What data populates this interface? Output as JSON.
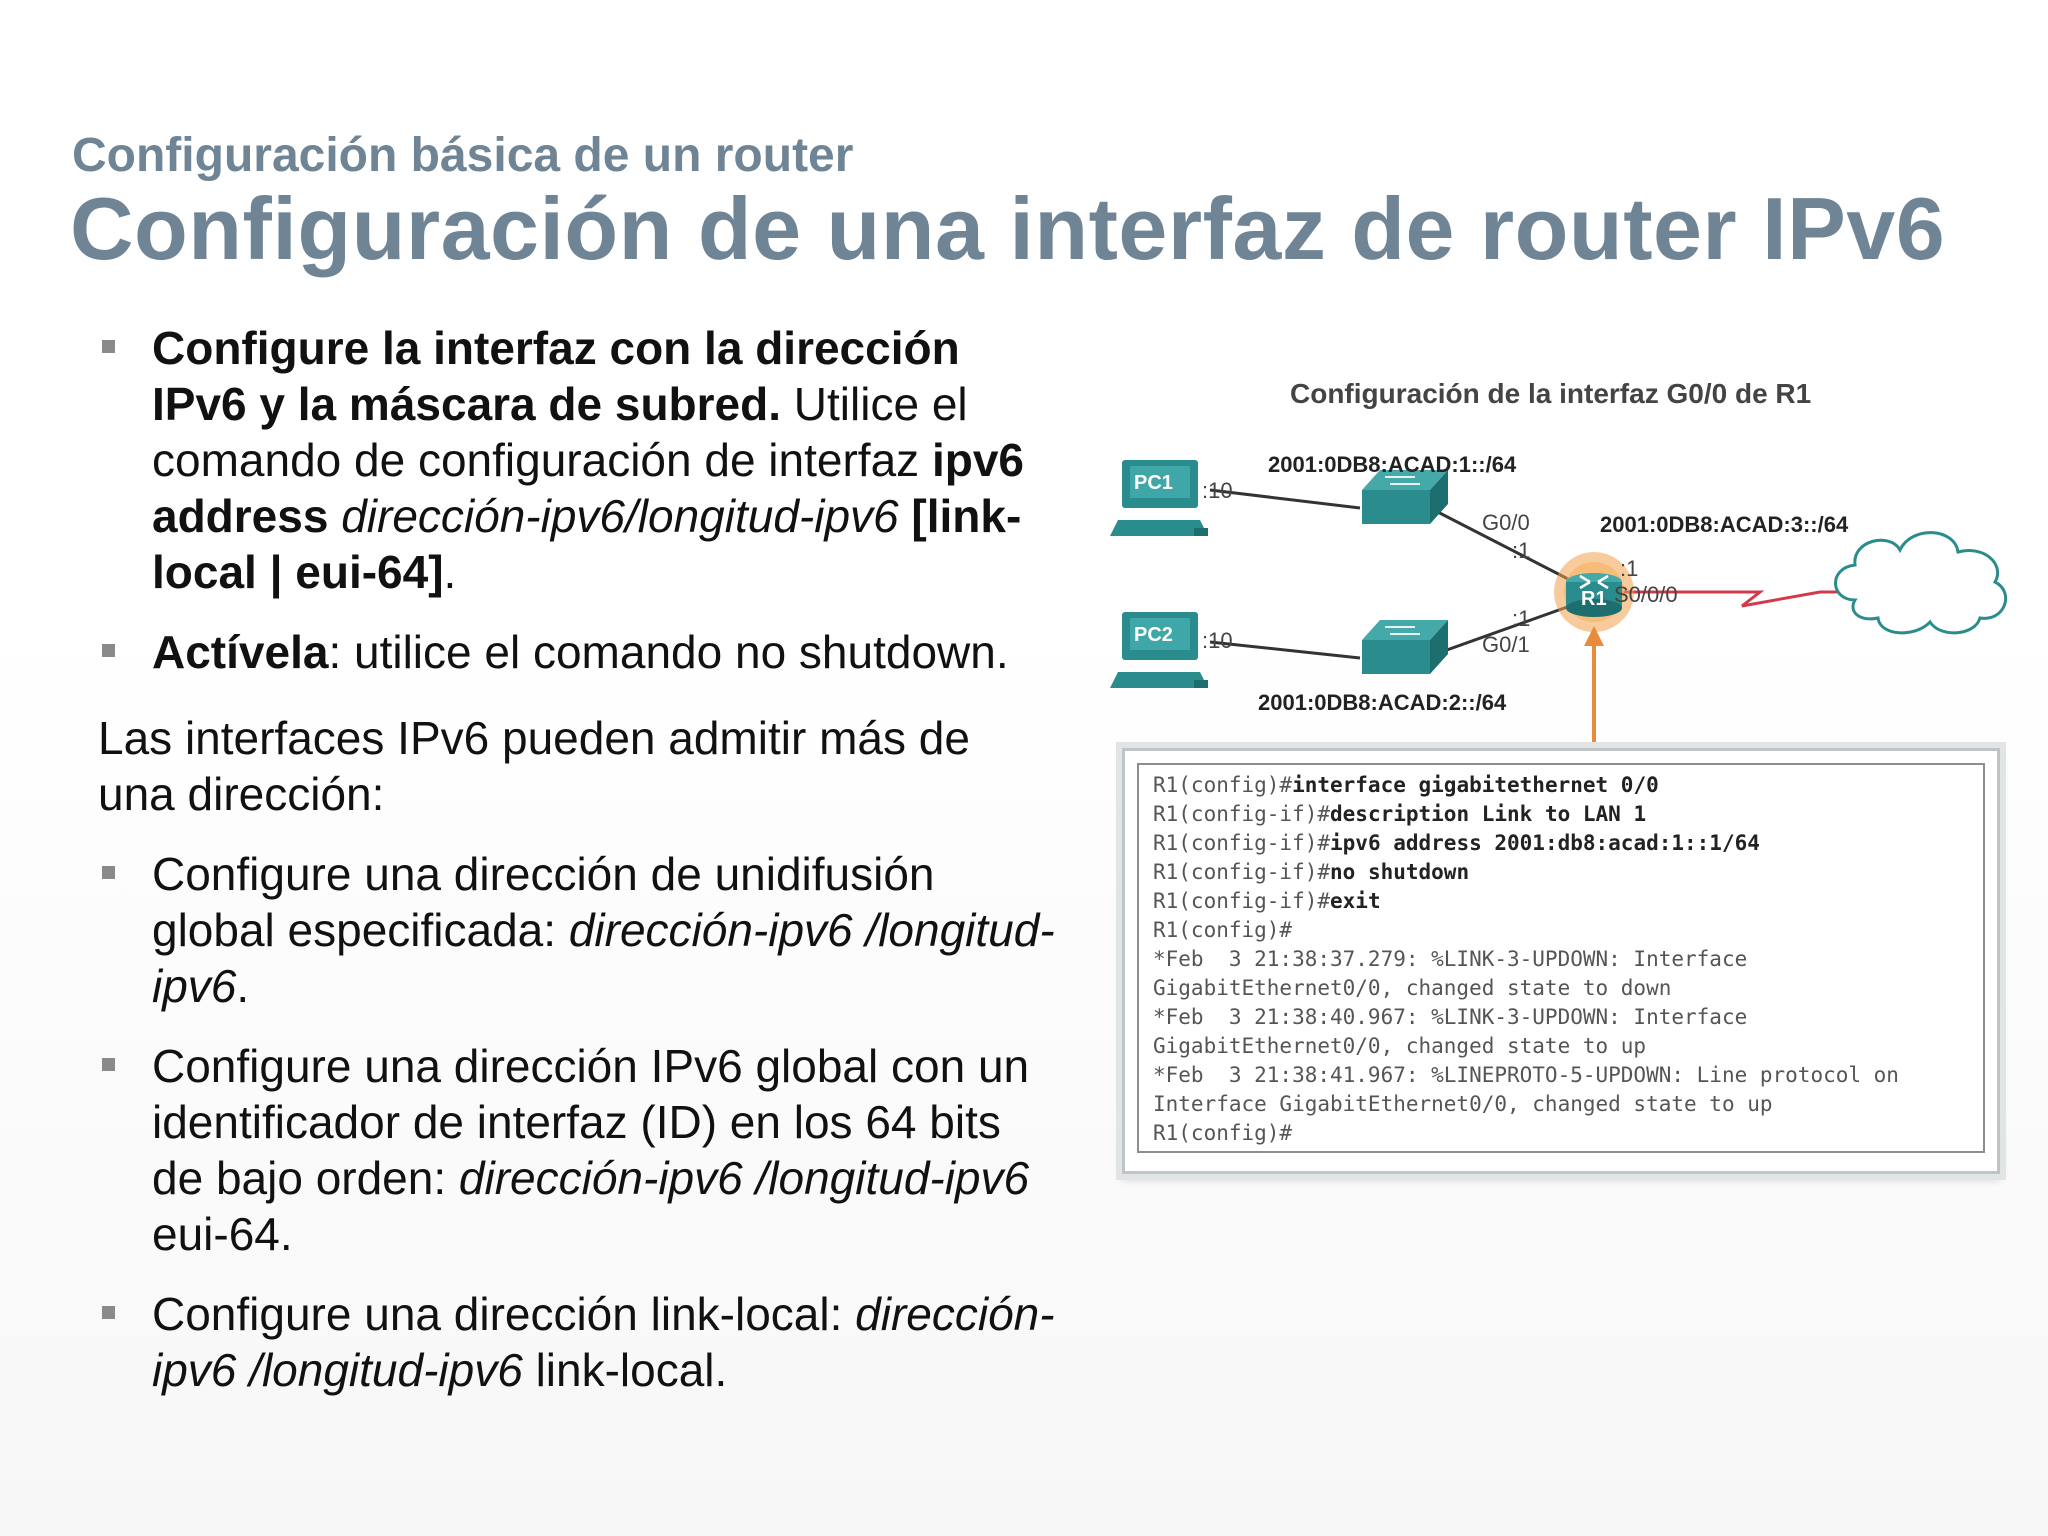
{
  "header": {
    "subtitle": "Configuración básica de un router",
    "title": "Configuración de una interfaz de router IPv6"
  },
  "bullets_top": [
    {
      "bold1": "Configure la interfaz con la dirección IPv6 y la máscara de subred.",
      "text1": " Utilice el comando de configuración de interfaz ",
      "bold2": "ipv6 address",
      "italic1": " dirección-ipv6/longitud-ipv6 ",
      "bold3": "[link-local | eui-64]",
      "text2": "."
    },
    {
      "bold1": "Actívela",
      "text1": ": utilice el comando no shutdown."
    }
  ],
  "paragraph": "Las interfaces IPv6 pueden admitir más de una dirección:",
  "bullets_bottom": [
    {
      "text1": "Configure una dirección de unidifusión global especificada: ",
      "italic1": "dirección-ipv6 /longitud-ipv6",
      "text2": "."
    },
    {
      "text1": "Configure una dirección IPv6 global con un identificador de interfaz (ID) en los 64 bits de bajo orden: ",
      "italic1": "dirección-ipv6 /longitud-ipv6",
      "text2": " eui-64."
    },
    {
      "text1": "Configure una dirección link-local: ",
      "italic1": "dirección-ipv6 /longitud-ipv6",
      "text2": " link-local."
    }
  ],
  "figure": {
    "title": "Configuración de la interfaz G0/0 de R1",
    "net1": "2001:0DB8:ACAD:1::/64",
    "net2": "2001:0DB8:ACAD:2::/64",
    "net3": "2001:0DB8:ACAD:3::/64",
    "pc1": "PC1",
    "pc2": "PC2",
    "pc1_host": ":10",
    "pc2_host": ":10",
    "router": "R1",
    "g00": "G0/0",
    "g00_host": ":1",
    "g01": "G0/1",
    "g01_host": ":1",
    "s000": "S0/0/0",
    "s000_host": ":1",
    "colors": {
      "device": "#2a8c8c",
      "serial_link": "#d23a4a",
      "arrow": "#e88c3c",
      "router_glow": "#f2a04a"
    }
  },
  "terminal": [
    {
      "prompt": "R1(config)#",
      "cmd": "interface gigabitethernet 0/0"
    },
    {
      "prompt": "R1(config-if)#",
      "cmd": "description Link to LAN 1"
    },
    {
      "prompt": "R1(config-if)#",
      "cmd": "ipv6 address 2001:db8:acad:1::1/64"
    },
    {
      "prompt": "R1(config-if)#",
      "cmd": "no shutdown"
    },
    {
      "prompt": "R1(config-if)#",
      "cmd": "exit"
    },
    {
      "prompt": "R1(config)#",
      "cmd": ""
    },
    {
      "prompt": "*Feb  3 21:38:37.279: %LINK-3-UPDOWN: Interface",
      "cmd": ""
    },
    {
      "prompt": "GigabitEthernet0/0, changed state to down",
      "cmd": ""
    },
    {
      "prompt": "*Feb  3 21:38:40.967: %LINK-3-UPDOWN: Interface",
      "cmd": ""
    },
    {
      "prompt": "GigabitEthernet0/0, changed state to up",
      "cmd": ""
    },
    {
      "prompt": "*Feb  3 21:38:41.967: %LINEPROTO-5-UPDOWN: Line protocol on",
      "cmd": ""
    },
    {
      "prompt": "Interface GigabitEthernet0/0, changed state to up",
      "cmd": ""
    },
    {
      "prompt": "R1(config)#",
      "cmd": ""
    }
  ]
}
